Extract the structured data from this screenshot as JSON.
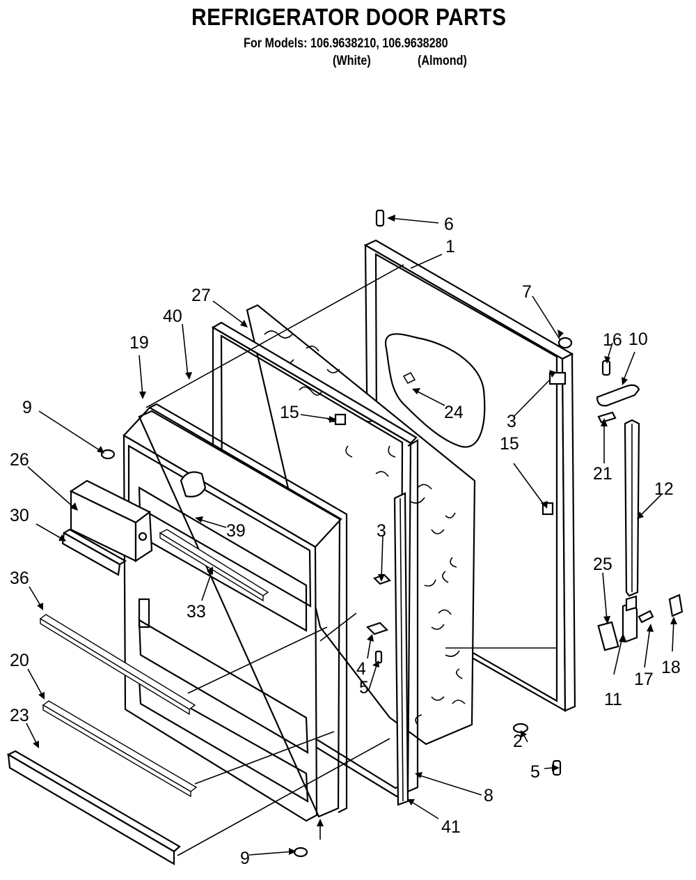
{
  "header": {
    "title": "REFRIGERATOR DOOR PARTS",
    "models_prefix": "For Models:",
    "model_1": "106.9638210,",
    "model_2": "106.9638280",
    "color_1": "(White)",
    "color_2": "(Almond)"
  },
  "callouts": {
    "c1": "1",
    "c2": "2",
    "c3a": "3",
    "c3b": "3",
    "c4": "4",
    "c5a": "5",
    "c5b": "5",
    "c6": "6",
    "c7": "7",
    "c8": "8",
    "c9a": "9",
    "c9b": "9",
    "c10": "10",
    "c11": "11",
    "c12": "12",
    "c15a": "15",
    "c15b": "15",
    "c16": "16",
    "c17": "17",
    "c18": "18",
    "c19": "19",
    "c20": "20",
    "c21": "21",
    "c23": "23",
    "c24": "24",
    "c25": "25",
    "c26": "26",
    "c27": "27",
    "c30": "30",
    "c33": "33",
    "c36": "36",
    "c39": "39",
    "c40": "40",
    "c41": "41"
  }
}
